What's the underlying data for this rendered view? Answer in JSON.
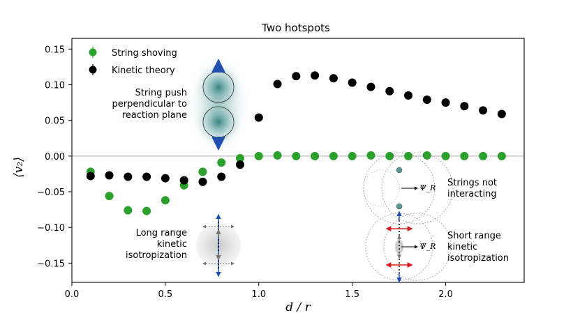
{
  "chart_data": {
    "type": "scatter",
    "title": "Two hotspots",
    "xlabel": "d / r",
    "ylabel": "⟨v₂⟩",
    "xlim": [
      0.0,
      2.42
    ],
    "ylim": [
      -0.177,
      0.165
    ],
    "x_ticks": [
      "0.0",
      "0.5",
      "1.0",
      "1.5",
      "2.0"
    ],
    "y_ticks": [
      "0.15",
      "0.10",
      "0.05",
      "0.00",
      "−0.05",
      "−0.10",
      "−0.15"
    ],
    "zero_line": true,
    "legend_position": "top-left",
    "series": [
      {
        "name": "String shoving",
        "color": "#2ca02c",
        "x": [
          0.1,
          0.2,
          0.3,
          0.4,
          0.5,
          0.6,
          0.7,
          0.8,
          0.9,
          1.0,
          1.1,
          1.2,
          1.3,
          1.4,
          1.5,
          1.6,
          1.7,
          1.8,
          1.9,
          2.0,
          2.1,
          2.2,
          2.3
        ],
        "y": [
          -0.022,
          -0.056,
          -0.076,
          -0.077,
          -0.062,
          -0.041,
          -0.022,
          -0.009,
          -0.003,
          0.0,
          0.001,
          0.0,
          0.0,
          0.0,
          0.0,
          0.001,
          0.0,
          0.0,
          0.001,
          0.0,
          0.0,
          0.0,
          0.0
        ]
      },
      {
        "name": "Kinetic theory",
        "color": "#000000",
        "x": [
          0.1,
          0.2,
          0.3,
          0.4,
          0.5,
          0.6,
          0.7,
          0.8,
          0.9,
          1.0,
          1.1,
          1.2,
          1.3,
          1.4,
          1.5,
          1.6,
          1.7,
          1.8,
          1.9,
          2.0,
          2.1,
          2.2,
          2.3
        ],
        "y": [
          -0.028,
          -0.027,
          -0.029,
          -0.029,
          -0.031,
          -0.034,
          -0.036,
          -0.029,
          -0.012,
          0.054,
          0.101,
          0.112,
          0.113,
          0.109,
          0.103,
          0.097,
          0.091,
          0.085,
          0.079,
          0.075,
          0.07,
          0.064,
          0.059
        ]
      }
    ],
    "annotations": {
      "string_push": [
        "String push",
        "perpendicular to",
        "reaction plane"
      ],
      "strings_not": [
        "Strings not",
        "interacting"
      ],
      "long_range": [
        "Long range",
        "kinetic",
        "isotropization"
      ],
      "short_range": [
        "Short range",
        "kinetic",
        "isotropization"
      ],
      "psi_label": "Ψ_R"
    }
  }
}
